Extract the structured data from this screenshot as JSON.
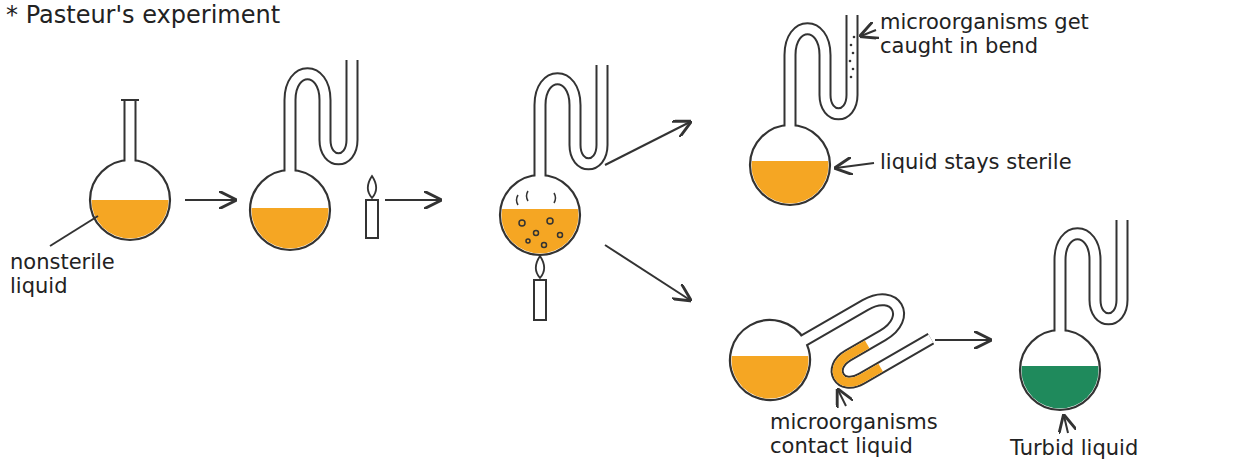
{
  "diagram": {
    "title": "* Pasteur's experiment",
    "labels": [
      "nonsterile liquid",
      "microorganisms get caught in bend",
      "liquid stays sterile",
      "microorganisms contact liquid",
      "Turbid liquid"
    ]
  }
}
